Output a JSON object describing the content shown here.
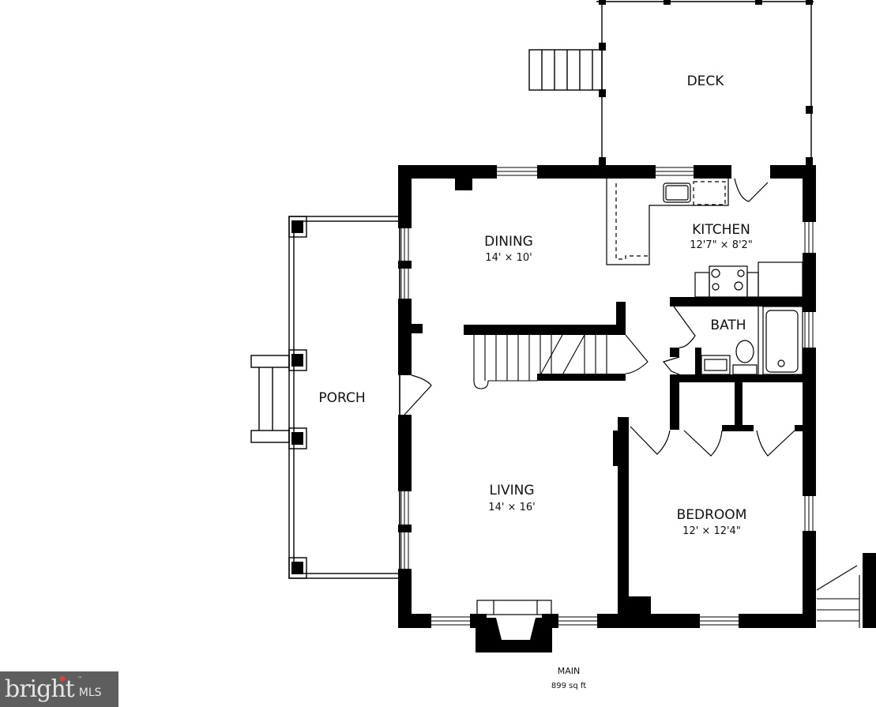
{
  "floorplan": {
    "level_name": "MAIN",
    "area": "899 sq ft",
    "rooms": [
      {
        "name": "DECK",
        "dimensions": ""
      },
      {
        "name": "DINING",
        "dimensions": "14' × 10'"
      },
      {
        "name": "KITCHEN",
        "dimensions": "12'7\" × 8'2\""
      },
      {
        "name": "BATH",
        "dimensions": ""
      },
      {
        "name": "PORCH",
        "dimensions": ""
      },
      {
        "name": "LIVING",
        "dimensions": "14' × 16'"
      },
      {
        "name": "BEDROOM",
        "dimensions": "12' × 12'4\""
      }
    ],
    "colors": {
      "wall": "#000000",
      "background": "#ffffff",
      "line": "#111111"
    }
  },
  "watermark": {
    "brand": "bright",
    "trademark": "™",
    "suffix": "MLS",
    "background": "#5e5e5e",
    "accent": "#d2473a"
  }
}
